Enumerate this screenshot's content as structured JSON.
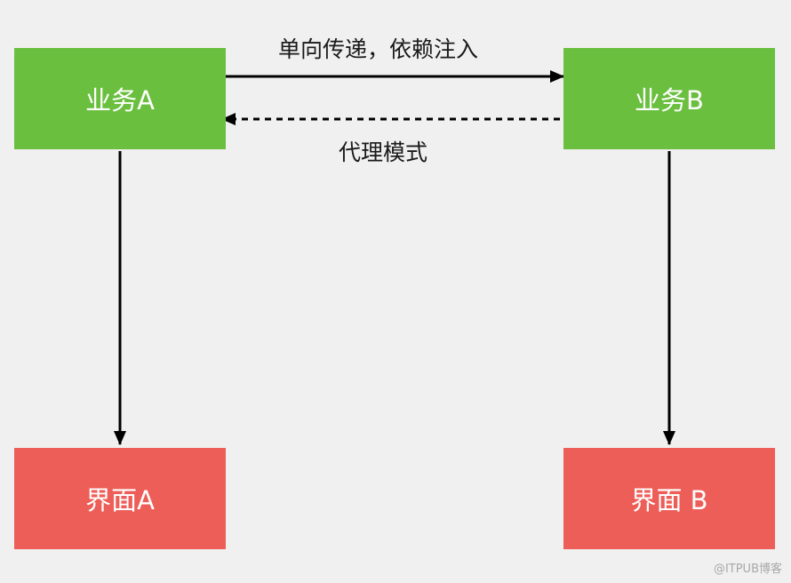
{
  "nodes": {
    "yewu_a": "业务A",
    "yewu_b": "业务B",
    "jiemian_a": "界面A",
    "jiemian_b": "界面 B"
  },
  "edges": {
    "a_to_b": "单向传递，依赖注入",
    "b_to_a": "代理模式"
  },
  "watermark": "@ITPUB博客",
  "colors": {
    "business": "#6abf3f",
    "interface": "#ec5e57",
    "background": "#f0f0f0",
    "arrow": "#000000"
  }
}
